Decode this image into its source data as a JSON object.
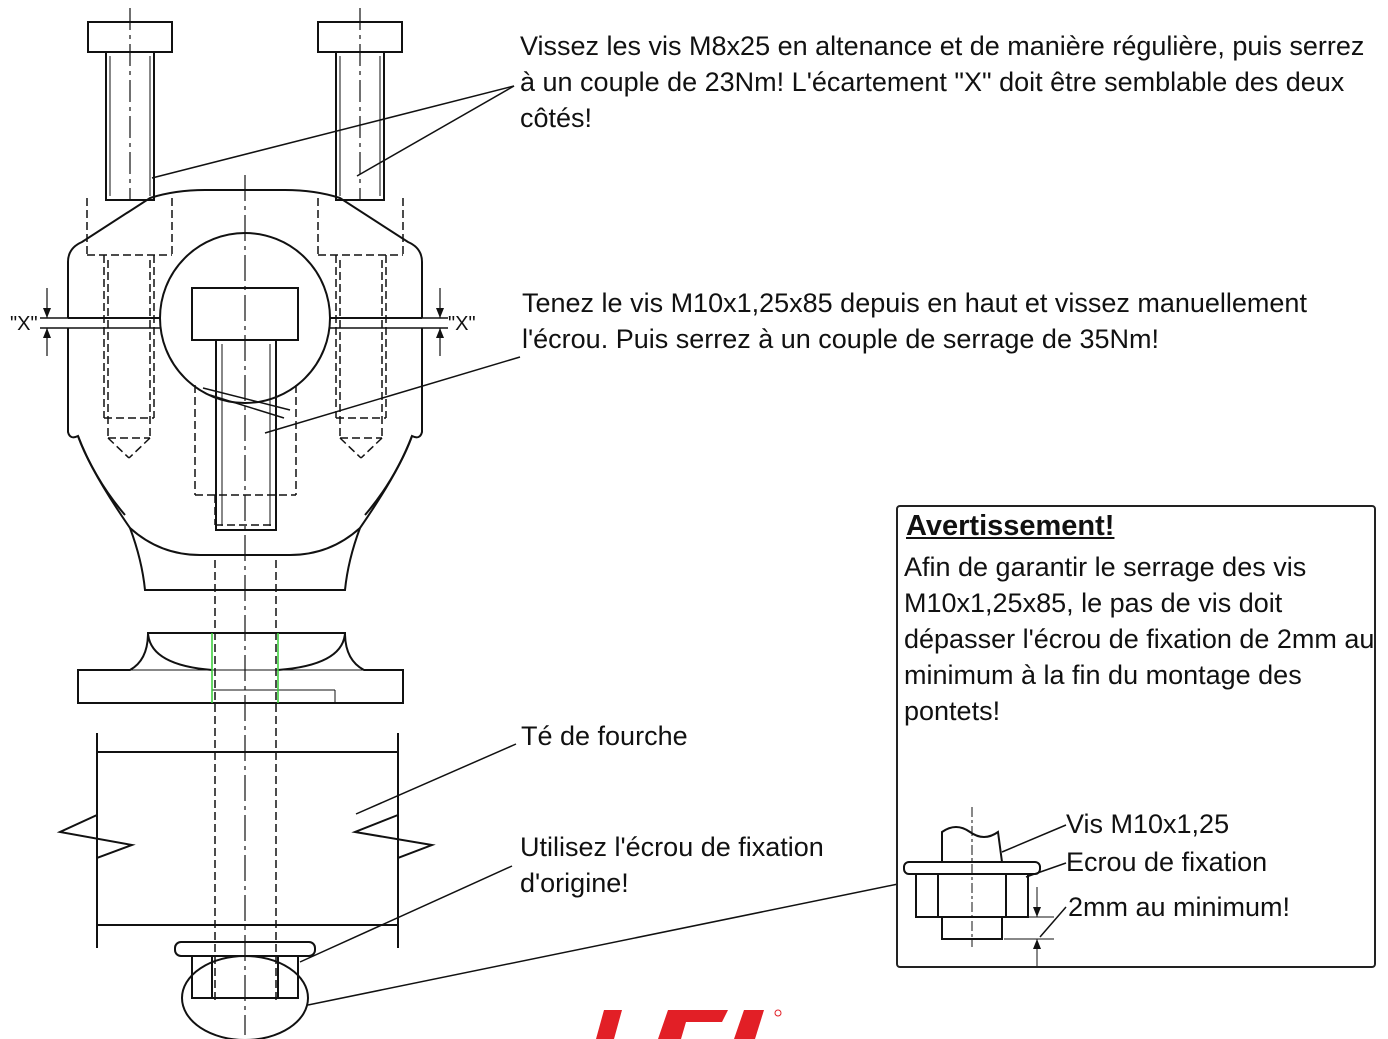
{
  "instructions": {
    "screws": "Vissez les vis M8x25 en altenance et de manière régulière, puis serrez à un couple de 23Nm! L'écartement \"X\" doit être semblable des deux côtés!",
    "bolt": "Tenez le vis M10x1,25x85 depuis en haut et vissez manuellement l'écrou. Puis serrez à un couple de serrage de 35Nm!",
    "fork": "Té de fourche",
    "nut_line1": "Utilisez l'écrou de fixation",
    "nut_line2": "d'origine!"
  },
  "gap_label_left": "\"X\"",
  "gap_label_right": "\"X\"",
  "warning": {
    "title": "Avertissement!",
    "body": "Afin de garantir le serrage des vis M10x1,25x85, le pas de vis doit dépasser l'écrou de fixation de 2mm au minimum à la fin du montage des pontets!",
    "callout_screw": "Vis M10x1,25",
    "callout_nut": "Ecrou de fixation",
    "callout_min": "2mm au minimum!"
  },
  "colors": {
    "line": "#111111",
    "accent_green": "#33cc33",
    "logo_red": "#e21f26"
  }
}
